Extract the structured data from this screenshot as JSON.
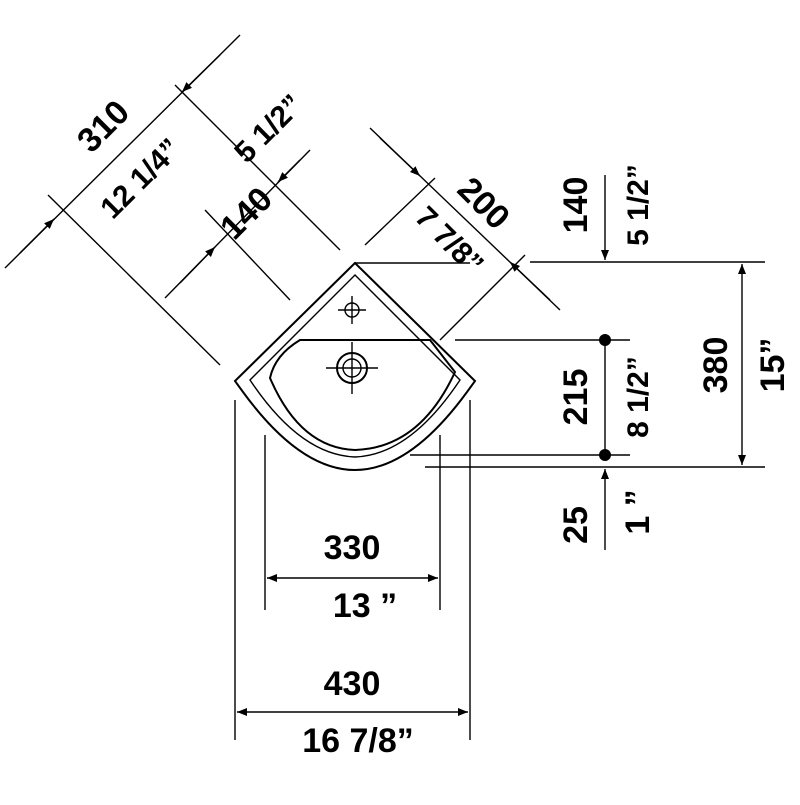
{
  "dimensions": {
    "diag_overall": {
      "mm": "310",
      "inch": "12 1/4”"
    },
    "diag_top": {
      "mm": "140",
      "inch": "5 1/2”"
    },
    "diag_right": {
      "mm": "200",
      "inch": "7 7/8”"
    },
    "vert_top": {
      "mm": "140",
      "inch": "5 1/2”"
    },
    "vert_overall": {
      "mm": "380",
      "inch": "15”"
    },
    "vert_holes": {
      "mm": "215",
      "inch": "8 1/2”"
    },
    "vert_bottom": {
      "mm": "25",
      "inch": "1 ”"
    },
    "width_inner": {
      "mm": "330",
      "inch": "13 ”"
    },
    "width_overall": {
      "mm": "430",
      "inch": "16 7/8”"
    }
  }
}
